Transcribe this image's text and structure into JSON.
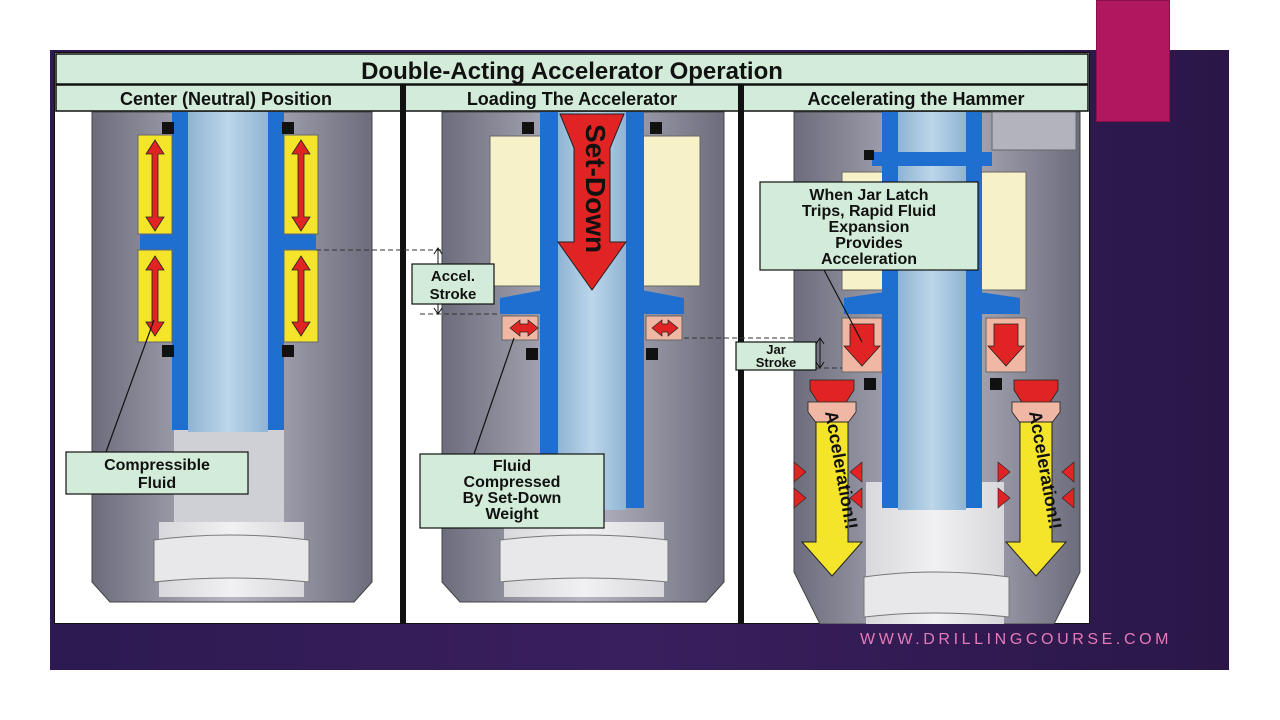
{
  "footer": {
    "url": "WWW.DRILLINGCOURSE.COM"
  },
  "diagram": {
    "title": "Double-Acting Accelerator Operation",
    "panels": [
      {
        "heading": "Center (Neutral) Position"
      },
      {
        "heading": "Loading The Accelerator"
      },
      {
        "heading": "Accelerating the Hammer"
      }
    ],
    "labels": {
      "compressible_fluid": [
        "Compressible",
        "Fluid"
      ],
      "accel_stroke": [
        "Accel.",
        "Stroke"
      ],
      "fluid_compressed": [
        "Fluid",
        "Compressed",
        "By Set-Down",
        "Weight"
      ],
      "set_down": "Set-Down",
      "jar_latch": [
        "When Jar Latch",
        "Trips, Rapid Fluid",
        "Expansion",
        "Provides",
        "Acceleration"
      ],
      "jar_stroke": [
        "Jar",
        "Stroke"
      ],
      "acceleration": "Acceleration!!"
    },
    "colors": {
      "header_bg": "#d3ecd9",
      "outer_gray": "#8a8a99",
      "mandrel_blue": "#1f6fd1",
      "bore_light_blue": "#a9c8e1",
      "fluid_yellow": "#f5e52a",
      "compressed_pink": "#f0b8a4",
      "arrow_red": "#e02424",
      "cream": "#f6f1c8"
    }
  }
}
